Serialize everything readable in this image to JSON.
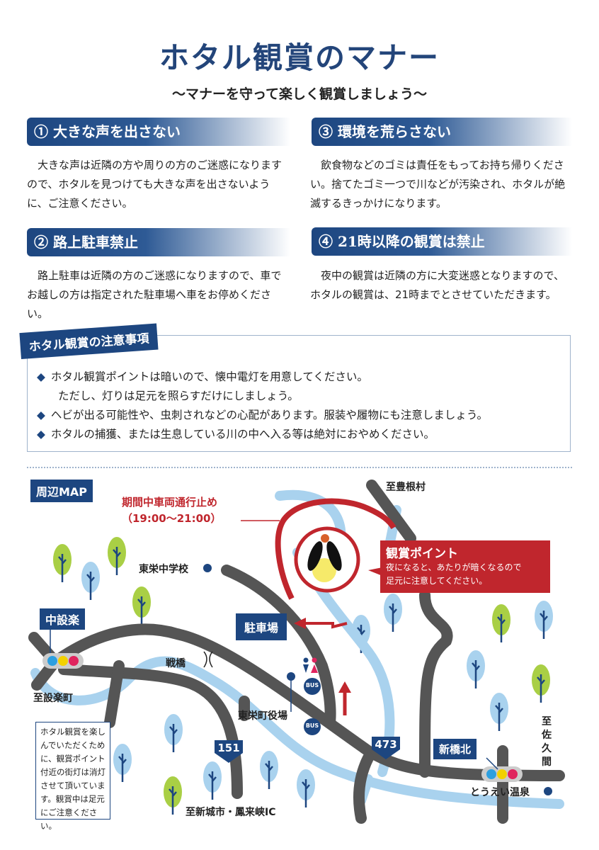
{
  "title": "ホタル観賞のマナー",
  "subtitle": "～マナーを守って楽しく観賞しましょう～",
  "sections": [
    {
      "heading": "① 大きな声を出さない",
      "body": "大きな声は近隣の方や周りの方のご迷惑になりますので、ホタルを見つけても大きな声を出さないように、ご注意ください。"
    },
    {
      "heading": "② 路上駐車禁止",
      "body": "路上駐車は近隣の方のご迷惑になりますので、車でお越しの方は指定された駐車場へ車をお停めください。"
    },
    {
      "heading": "③ 環境を荒らさない",
      "body": "飲食物などのゴミは責任をもってお持ち帰りください。捨てたゴミ一つで川などが汚染され、ホタルが絶滅するきっかけになります。"
    },
    {
      "heading": "④ 21時以降の観賞は禁止",
      "body": "夜中の観賞は近隣の方に大変迷惑となりますので、ホタルの観賞は、21時までとさせていただきます。"
    }
  ],
  "notes": {
    "heading": "ホタル観賞の注意事項",
    "bullet": "◆",
    "items": [
      "ホタル観賞ポイントは暗いので、懐中電灯を用意してください。",
      "ただし、灯りは足元を照らすだけにしましょう。",
      "ヘビが出る可能性や、虫刺されなどの心配があります。服装や履物にも注意しましょう。",
      "ホタルの捕獲、または生息している川の中へ入る等は絶対におやめください。"
    ]
  },
  "map": {
    "title": "周辺MAP",
    "closure_line1": "期間中車両通行止め",
    "closure_line2": "（19:00～21:00）",
    "to_toyone": "至豊根村",
    "school": "東栄中学校",
    "viewing_title": "観賞ポイント",
    "viewing_line1": "夜になると、あたりが暗くなるので",
    "viewing_line2": "足元に注意してください。",
    "nakashitara": "中設楽",
    "parking": "駐車場",
    "bridge": "戦橋",
    "to_shitara": "至設楽町",
    "town_hall": "東栄町役場",
    "bus": "BUS",
    "route151": "151",
    "route473": "473",
    "shinbashikita": "新橋北",
    "to_sakuma": "至佐久間",
    "onsen": "とうえい温泉",
    "to_shinshiro": "至新城市・鳳来峡IC",
    "streetlight_note": "ホタル観賞を楽しんでいただくために、観賞ポイント付近の街灯は消灯させて頂いています。観賞中は足元にご注意ください。"
  },
  "colors": {
    "navy": "#1d4680",
    "red": "#c0262d",
    "road": "#555555",
    "river": "#a9d2ee"
  }
}
